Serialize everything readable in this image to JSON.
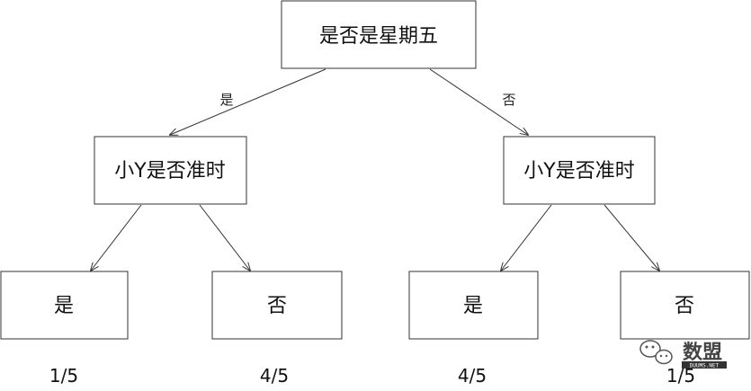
{
  "nodes": {
    "root": "是否是星期五",
    "left": "小Y是否准时",
    "right": "小Y是否准时",
    "leaf_1": "是",
    "leaf_2": "否",
    "leaf_3": "是",
    "leaf_4": "否"
  },
  "edges": {
    "root_left": "是",
    "root_right": "否"
  },
  "probabilities": [
    "1/5",
    "4/5",
    "4/5",
    "1/5"
  ],
  "watermark": {
    "icon": "wechat-icon",
    "text": "数盟",
    "site": "DUUMS.NET"
  }
}
